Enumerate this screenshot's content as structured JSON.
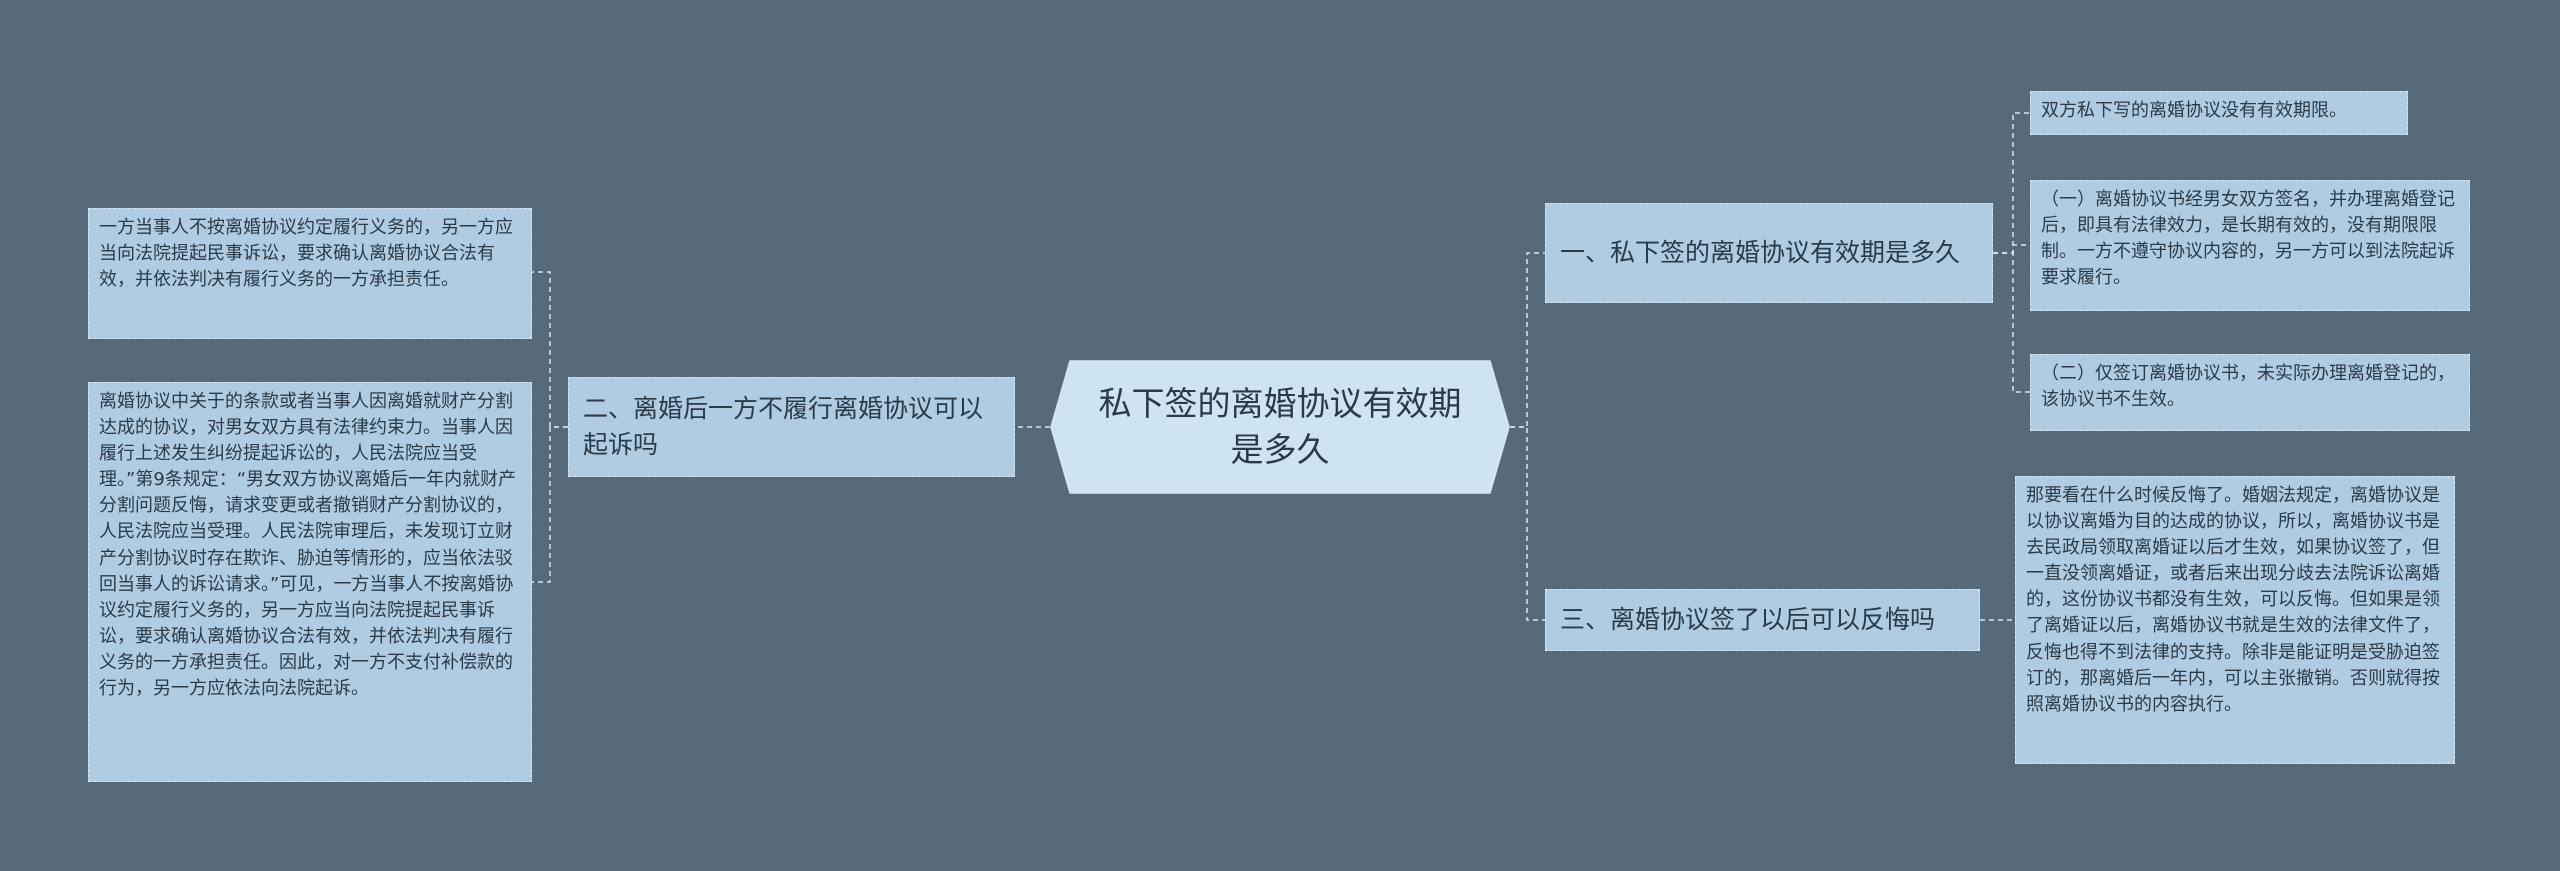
{
  "root": {
    "title": "私下签的离婚协议有效期是多久"
  },
  "branches": {
    "b1": {
      "label": "一、私下签的离婚协议有效期是多久",
      "leaves": [
        "双方私下写的离婚协议没有有效期限。",
        "（一）离婚协议书经男女双方签名，并办理离婚登记后，即具有法律效力，是长期有效的，没有期限限制。一方不遵守协议内容的，另一方可以到法院起诉要求履行。",
        "（二）仅签订离婚协议书，未实际办理离婚登记的，该协议书不生效。"
      ]
    },
    "b2": {
      "label": "二、离婚后一方不履行离婚协议可以起诉吗",
      "leaves": [
        "一方当事人不按离婚协议约定履行义务的，另一方应当向法院提起民事诉讼，要求确认离婚协议合法有效，并依法判决有履行义务的一方承担责任。",
        "离婚协议中关于的条款或者当事人因离婚就财产分割达成的协议，对男女双方具有法律约束力。当事人因履行上述发生纠纷提起诉讼的，人民法院应当受理。”第9条规定：“男女双方协议离婚后一年内就财产分割问题反悔，请求变更或者撤销财产分割协议的，人民法院应当受理。人民法院审理后，未发现订立财产分割协议时存在欺诈、胁迫等情形的，应当依法驳回当事人的诉讼请求。”可见，一方当事人不按离婚协议约定履行义务的，另一方应当向法院提起民事诉讼，要求确认离婚协议合法有效，并依法判决有履行义务的一方承担责任。因此，对一方不支付补偿款的行为，另一方应依法向法院起诉。"
      ]
    },
    "b3": {
      "label": "三、离婚协议签了以后可以反悔吗",
      "leaves": [
        "那要看在什么时候反悔了。婚姻法规定，离婚协议是以协议离婚为目的达成的协议，所以，离婚协议书是去民政局领取离婚证以后才生效，如果协议签了，但一直没领离婚证，或者后来出现分歧去法院诉讼离婚的，这份协议书都没有生效，可以反悔。但如果是领了离婚证以后，离婚协议书就是生效的法律文件了，反悔也得不到法律的支持。除非是能证明是受胁迫签订的，那离婚后一年内，可以主张撤销。否则就得按照离婚协议书的内容执行。"
      ]
    }
  },
  "colors": {
    "background": "#566a79",
    "node_fill": "#afcce3",
    "root_fill": "#cfe4f3",
    "connector": "#d6e6f2",
    "text": "#2b3a47"
  }
}
